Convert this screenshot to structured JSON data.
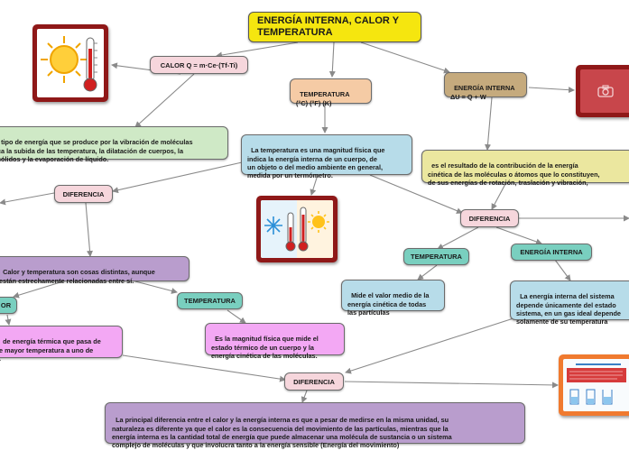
{
  "title": "ENERGÍA INTERNA, CALOR Y TEMPERATURA",
  "nodes": {
    "calor_formula": "CALOR Q = m·Ce·(Tf-Ti)",
    "temperatura_units": "TEMPERATURA\n(°C) (°F) (K)",
    "energia_formula": "ENERGÍA INTERNA\nΔU = Q + W",
    "calor_def": "tipo de energía que se produce por la vibración de moléculas\nca la subida de las temperatura, la dilatación de cuerpos, la\nsólidos y la evaporación de líquido.",
    "temp_def": "La temperatura es una magnitud física que\nindica la energía interna de un cuerpo, de\nun objeto o del medio ambiente en general,\nmedida por un termómetro.",
    "energia_def": "es el resultado de la contribución de la energía\ncinética de las moléculas o átomos que lo constituyen,\nde sus energías de rotación, traslación y vibración,",
    "diferencia_left": "DIFERENCIA",
    "diferencia_right": "DIFERENCIA",
    "diferencia_bottom": "DIFERENCIA",
    "calor_temp_relacion": "Calor y temperatura son cosas distintas, aunque\nestán estrechamente relacionadas entre sí.",
    "calor_partial": "OR",
    "temperatura_left": "TEMPERATURA",
    "temperatura_right": "TEMPERATURA",
    "energia_interna_right": "ENERGÍA INTERNA",
    "calor_transfer_def": "de energía térmica que pasa de\ne mayor temperatura a uno de\n.",
    "temp_magnitud_def": "Es la magnitud física que mide el\nestado térmico de un cuerpo y la\nenergía cinética de las moléculas.",
    "temp_valor_medio": "Mide el valor medio de la\nenergía cinética de todas\nlas partículas",
    "energia_ideal": "La energía interna del sistema\ndepende únicamente del estado\nsistema, en un gas ideal depende\nsolamente de su temperatura",
    "conclusion": "La principal diferencia entre el calor y la energía interna es que a pesar de medirse en la misma unidad, su\nnaturaleza es diferente ya que el calor es la consecuencia del movimiento de las partículas, mientras que la\nenergía interna es la cantidad total de energía que puede almacenar una molécula de sustancia o un sistema\ncomplejo de moléculas y que involucra tanto a la energía sensible (Energía del movimiento)"
  },
  "images": {
    "thermometer_sun": "thermometer-sun-image",
    "hot_cold": "hot-cold-thermometer-image",
    "camera_placeholder": "camera-icon",
    "document_thumb": "document-thumbnail-image"
  },
  "colors": {
    "pink": "#f6d6dc",
    "teal": "#79cfbf",
    "lightblue": "#b7dce9",
    "yellow": "#ebe79f",
    "purple": "#b99dcd",
    "magenta": "#f3a8f4",
    "orange": "#f5cba5",
    "tan": "#c5aa7d",
    "title_yellow": "#f5e60f",
    "frame_red": "#8f1818"
  }
}
